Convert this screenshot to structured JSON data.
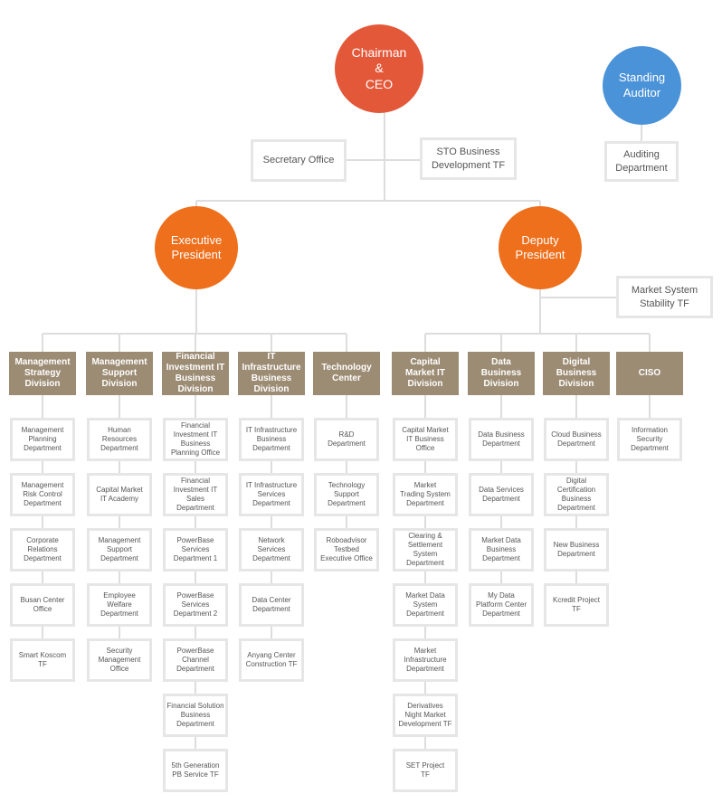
{
  "executives": {
    "chairman": "Chairman\n&\nCEO",
    "auditor": "Standing\nAuditor",
    "exec_president": "Executive\nPresident",
    "deputy_president": "Deputy\nPresident"
  },
  "offices": {
    "secretary": "Secretary Office",
    "sto": "STO Business\nDevelopment TF",
    "auditing": "Auditing\nDepartment",
    "market_stability": "Market System\nStability TF"
  },
  "colors": {
    "chairman": "#e4583a",
    "president": "#ee6f1c",
    "auditor": "#4b93d8",
    "division": "#9c8c74",
    "line": "#dddddd"
  },
  "divisions": [
    {
      "name": "Management\nStrategy\nDivision",
      "departments": [
        "Management\nPlanning\nDepartment",
        "Management\nRisk Control\nDepartment",
        "Corporate\nRelations\nDepartment",
        "Busan Center\nOffice",
        "Smart Koscom\nTF"
      ]
    },
    {
      "name": "Management\nSupport\nDivision",
      "departments": [
        "Human\nResources\nDepartment",
        "Capital Market\nIT Academy",
        "Management\nSupport\nDepartment",
        "Employee\nWelfare\nDepartment",
        "Security\nManagement\nOffice"
      ]
    },
    {
      "name": "Financial\nInvestment IT\nBusiness Division",
      "departments": [
        "Financial\nInvestment IT\nBusiness\nPlanning Office",
        "Financial\nInvestment IT\nSales\nDepartment",
        "PowerBase\nServices\nDepartment 1",
        "PowerBase\nServices\nDepartment 2",
        "PowerBase\nChannel\nDepartment",
        "Financial Solution\nBusiness\nDepartment",
        "5th Generation\nPB Service TF"
      ]
    },
    {
      "name": "IT Infrastructure\nBusiness\nDivision",
      "departments": [
        "IT Infrastructure\nBusiness\nDepartment",
        "IT Infrastructure\nServices\nDepartment",
        "Network\nServices\nDepartment",
        "Data Center\nDepartment",
        "Anyang Center\nConstruction TF"
      ]
    },
    {
      "name": "Technology\nCenter",
      "departments": [
        "R&D\nDepartment",
        "Technology\nSupport\nDepartment",
        "Roboadvisor\nTestbed\nExecutive Office"
      ]
    },
    {
      "name": "Capital\nMarket IT\nDivision",
      "departments": [
        "Capital Market\nIT Business\nOffice",
        "Market\nTrading System\nDepartment",
        "Clearing &\nSettlement\nSystem\nDepartment",
        "Market Data\nSystem\nDepartment",
        "Market\nInfrastructure\nDepartment",
        "Derivatives\nNight Market\nDevelopment TF",
        "SET Project\nTF"
      ]
    },
    {
      "name": "Data\nBusiness\nDivision",
      "departments": [
        "Data Business\nDepartment",
        "Data Services\nDepartment",
        "Market Data\nBusiness\nDepartment",
        "My Data\nPlatform Center\nDepartment"
      ]
    },
    {
      "name": "Digital Business\nDivision",
      "departments": [
        "Cloud Business\nDepartment",
        "Digital Certification\nBusiness\nDepartment",
        "New Business\nDepartment",
        "Kcredit Project\nTF"
      ]
    },
    {
      "name": "CISO",
      "departments": [
        "Information\nSecurity\nDepartment"
      ]
    }
  ]
}
